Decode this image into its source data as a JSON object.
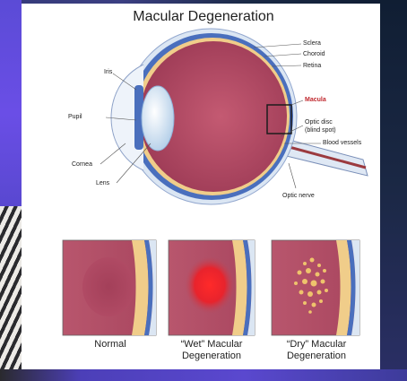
{
  "title": "Macular Degeneration",
  "labels": {
    "sclera": "Sclera",
    "choroid": "Choroid",
    "retina": "Retina",
    "iris": "Iris",
    "macula": "Macula",
    "pupil": "Pupil",
    "optic_disc": "Optic disc",
    "blind_spot": "(blind spot)",
    "blood_vessels": "Blood vessels",
    "cornea": "Cornea",
    "lens": "Lens",
    "optic_nerve": "Optic nerve"
  },
  "panels": [
    {
      "line1": "Normal",
      "line2": ""
    },
    {
      "line1": "“Wet” Macular",
      "line2": "Degeneration"
    },
    {
      "line1": "“Dry” Macular",
      "line2": "Degeneration"
    }
  ],
  "colors": {
    "eye_interior": "#b44a64",
    "sclera": "#dbe6f3",
    "choroid": "#4a6fbd",
    "retina": "#f0cd8a",
    "wet_lesion": "#e8232c",
    "dry_drusen": "#efc36c"
  }
}
